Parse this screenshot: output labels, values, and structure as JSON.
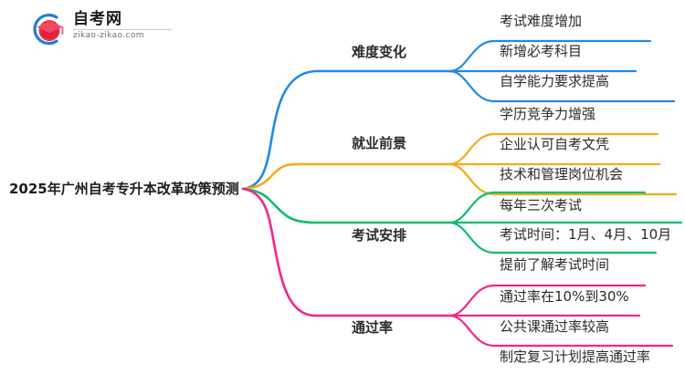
{
  "logo": {
    "name": "zikao-logo",
    "title": "自考网",
    "subtitle": "zikao-zikao.com",
    "mark_icon": "graduation-cap-icon",
    "arc_color": "#1f7fd4",
    "cap_color": "#e8334a",
    "cap_highlight": "#f05a79"
  },
  "mindmap": {
    "root": {
      "label": "2025年广州自考专升本改革政策预测"
    },
    "branches": [
      {
        "label": "难度变化",
        "color": "#2089e8",
        "children": [
          "考试难度增加",
          "新增必考科目",
          "自学能力要求提高"
        ]
      },
      {
        "label": "就业前景",
        "color": "#f0ad18",
        "children": [
          "学历竞争力增强",
          "企业认可自考文凭",
          "技术和管理岗位机会"
        ]
      },
      {
        "label": "考试安排",
        "color": "#0cbd6b",
        "children": [
          "每年三次考试",
          "考试时间：1月、4月、10月",
          "提前了解考试时间"
        ]
      },
      {
        "label": "通过率",
        "color": "#f5248c",
        "children": [
          "通过率在10%到30%",
          "公共课通过率较高",
          "制定复习计划提高通过率"
        ]
      }
    ]
  }
}
